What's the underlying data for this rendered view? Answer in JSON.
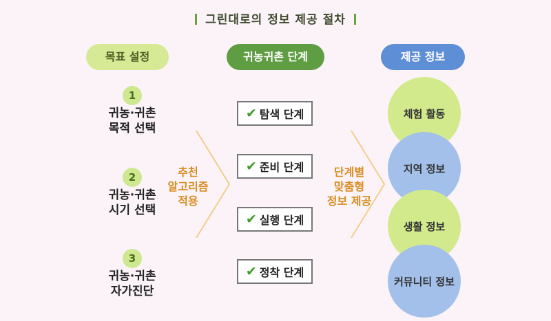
{
  "title": "그린대로의 정보 제공 절차",
  "headers": {
    "goal": "목표 설정",
    "stage": "귀농귀촌 단계",
    "info": "제공 정보"
  },
  "goals": [
    {
      "num": "1",
      "line1": "귀농·귀촌",
      "line2": "목적 선택"
    },
    {
      "num": "2",
      "line1": "귀농·귀촌",
      "line2": "시기 선택"
    },
    {
      "num": "3",
      "line1": "귀농·귀촌",
      "line2": "자가진단"
    }
  ],
  "algorithm": {
    "line1": "추천",
    "line2": "알고리즘",
    "line3": "적용"
  },
  "stages": [
    "탐색 단계",
    "준비 단계",
    "실행 단계",
    "정착 단계"
  ],
  "custom": {
    "line1": "단계별",
    "line2": "맞춤형",
    "line3": "정보 제공"
  },
  "infos": [
    "체험 활동",
    "지역 정보",
    "생활 정보",
    "커뮤니티 정보"
  ],
  "check_symbol": "✔",
  "colors": {
    "goal_header": "#d6ea95",
    "stage_header": "#5f9d43",
    "info_header": "#5e8ed6",
    "accent_orange": "#d98c1f",
    "circle_green": "#d2ea8c",
    "circle_blue": "#a3c0ea"
  }
}
